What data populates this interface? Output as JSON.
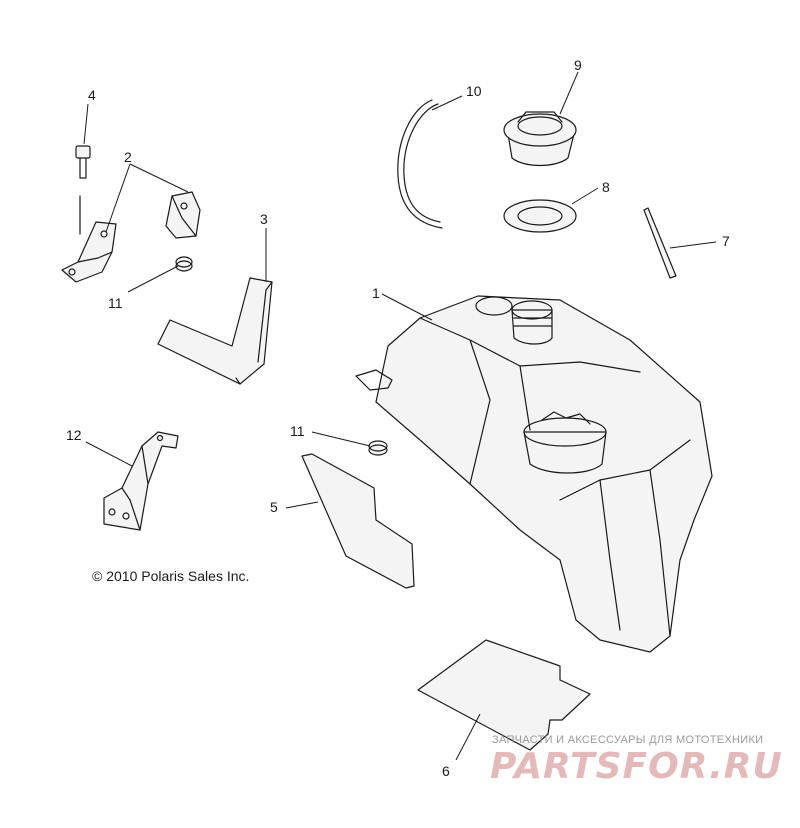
{
  "diagram": {
    "callouts": {
      "c1": "1",
      "c2": "2",
      "c3": "3",
      "c4": "4",
      "c5": "5",
      "c6": "6",
      "c7": "7",
      "c8": "8",
      "c9": "9",
      "c10": "10",
      "c11a": "11",
      "c11b": "11",
      "c12": "12"
    },
    "copyright": "© 2010 Polaris Sales Inc."
  },
  "watermark": {
    "caption": "ЗАПЧАСТИ И АКСЕССУАРЫ ДЛЯ МОТОТЕХНИКИ",
    "logo": "PARTSFOR.RU"
  }
}
